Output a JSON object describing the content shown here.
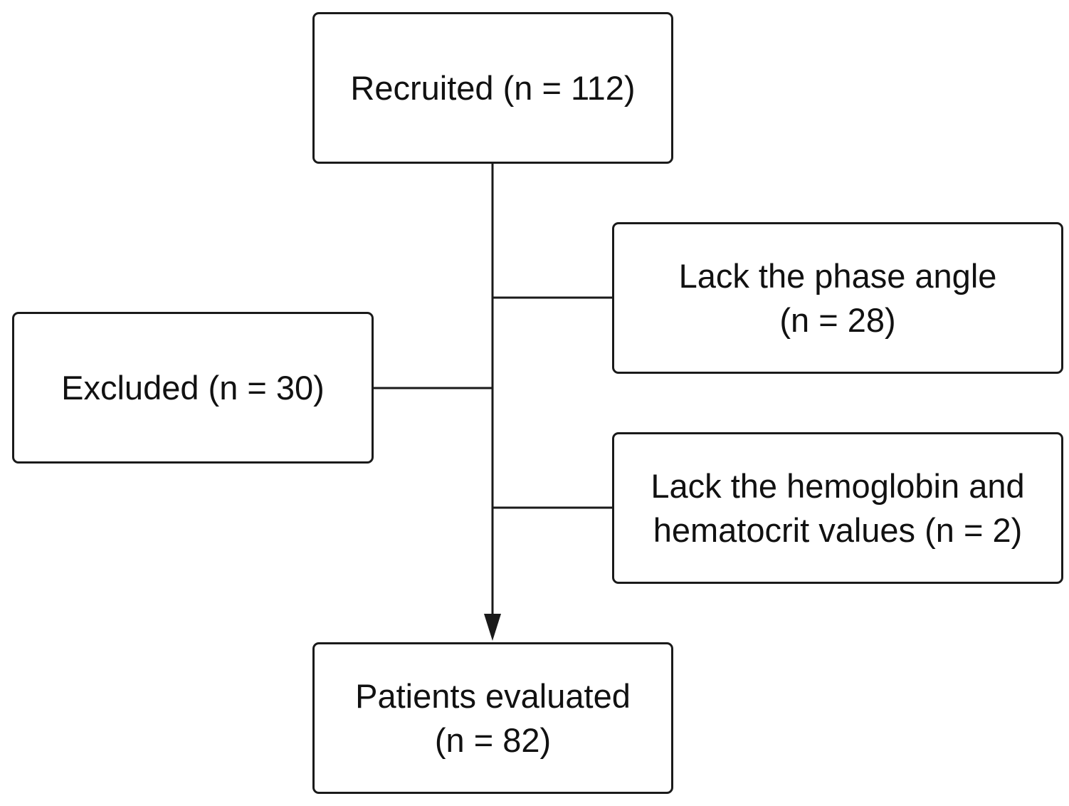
{
  "boxes": {
    "recruited": {
      "lines": [
        "Recruited (n = 112)"
      ]
    },
    "lack_phase_angle": {
      "lines": [
        "Lack the phase angle",
        "(n = 28)"
      ]
    },
    "excluded": {
      "lines": [
        "Excluded (n = 30)"
      ]
    },
    "lack_hemoglobin": {
      "lines": [
        "Lack the hemoglobin and",
        "hematocrit values (n = 2)"
      ]
    },
    "patients_evaluated": {
      "lines": [
        "Patients evaluated",
        "(n = 82)"
      ]
    }
  },
  "colors": {
    "stroke": "#1a1a1a",
    "background": "#ffffff",
    "text": "#111111"
  }
}
